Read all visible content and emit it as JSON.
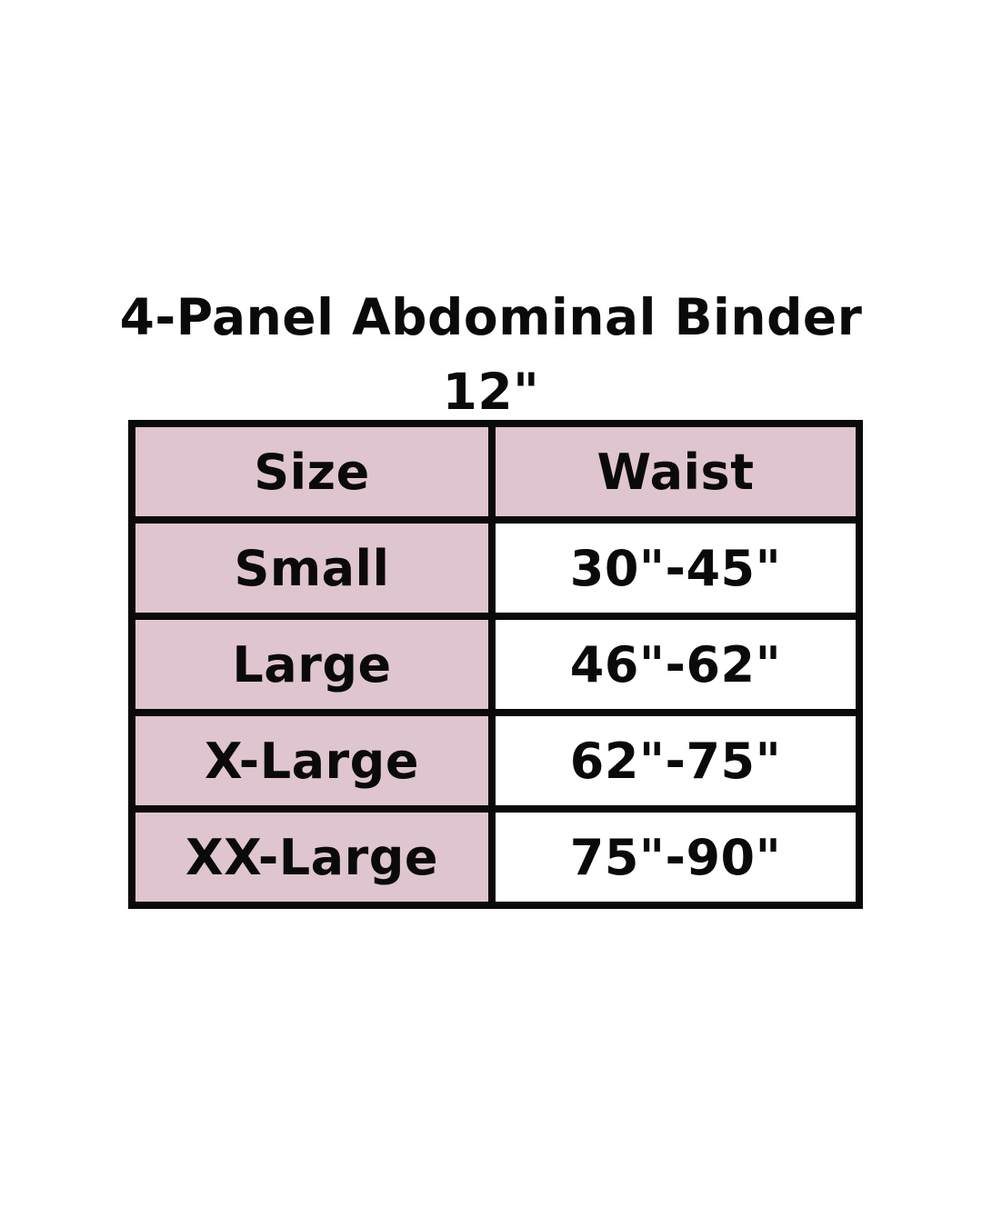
{
  "title": {
    "line1": "4-Panel Abdominal Binder",
    "line2": "12\""
  },
  "table": {
    "headers": [
      "Size",
      "Waist"
    ],
    "rows": [
      {
        "size": "Small",
        "waist": "30\"-45\""
      },
      {
        "size": "Large",
        "waist": "46\"-62\""
      },
      {
        "size": "X-Large",
        "waist": "62\"-75\""
      },
      {
        "size": "XX-Large",
        "waist": "75\"-90\""
      }
    ]
  },
  "colors": {
    "header_fill": "#dfc5cf",
    "size_column_fill": "#dfc5cf",
    "value_fill": "#ffffff",
    "border": "#0a0a0a"
  }
}
